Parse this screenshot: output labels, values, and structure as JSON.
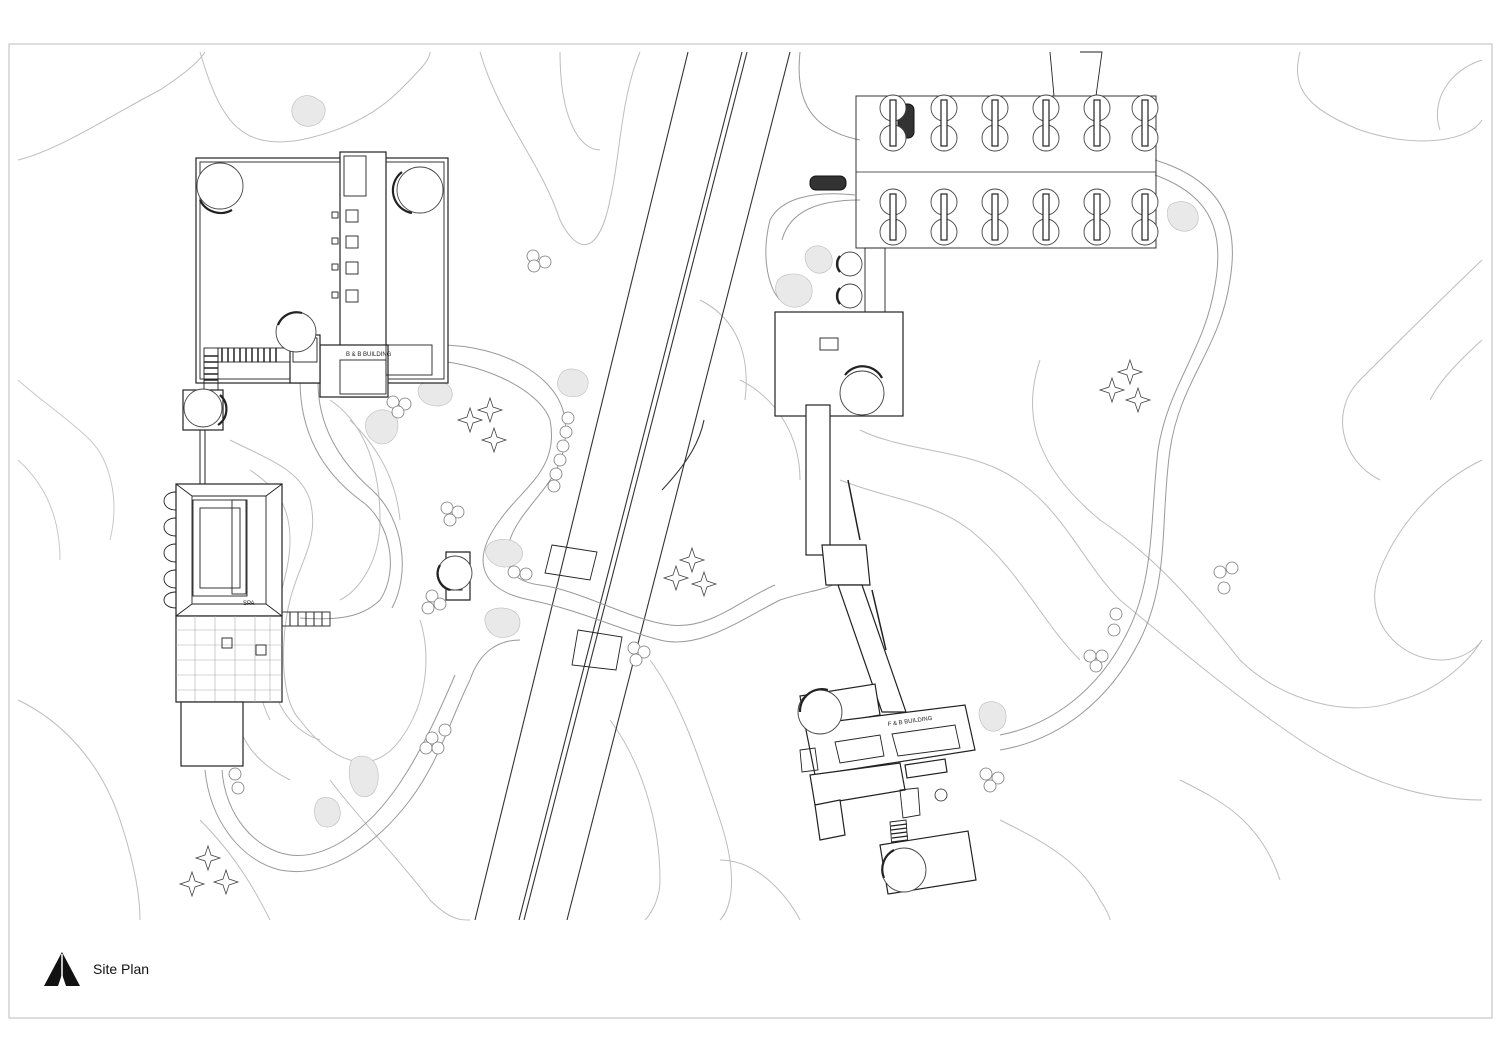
{
  "drawing": {
    "title": "Site Plan",
    "north_arrow_icon": "north-arrow-icon"
  },
  "labels": {
    "bb_building_west": "B & B BUILDING",
    "bb_building_east": "F & B BUILDING",
    "spa": "SPA"
  },
  "colors": {
    "line": "#222222",
    "contour": "#bdbdbd",
    "background": "#ffffff"
  }
}
